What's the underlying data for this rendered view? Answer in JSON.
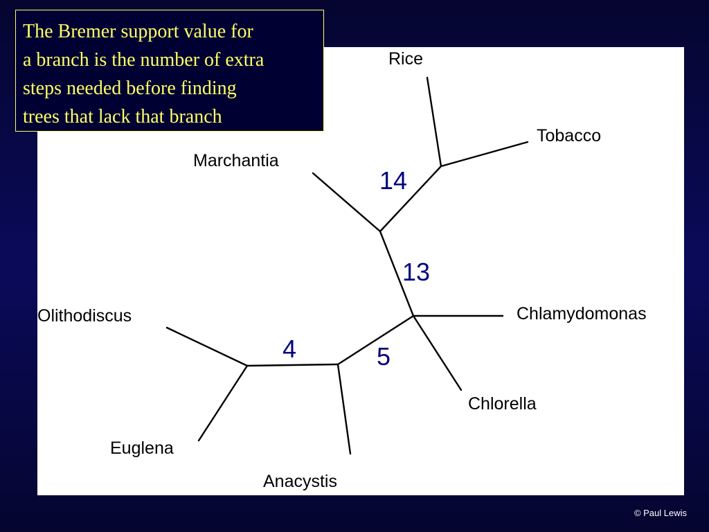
{
  "callout": {
    "lines": [
      "The Bremer support value for",
      "a branch is the number of extra",
      "steps needed before finding",
      "trees that lack that branch"
    ]
  },
  "tree": {
    "taxa": {
      "rice": "Rice",
      "tobacco": "Tobacco",
      "marchantia": "Marchantia",
      "chlamydomonas": "Chlamydomonas",
      "chlorella": "Chlorella",
      "olithodiscus": "Olithodiscus",
      "euglena": "Euglena",
      "anacystis": "Anacystis"
    },
    "support_values": {
      "rice_tobacco": "14",
      "land_plants": "13",
      "olithodiscus_euglena": "4",
      "anacystis_group": "5"
    }
  },
  "footer": {
    "copyright": "© Paul Lewis"
  }
}
